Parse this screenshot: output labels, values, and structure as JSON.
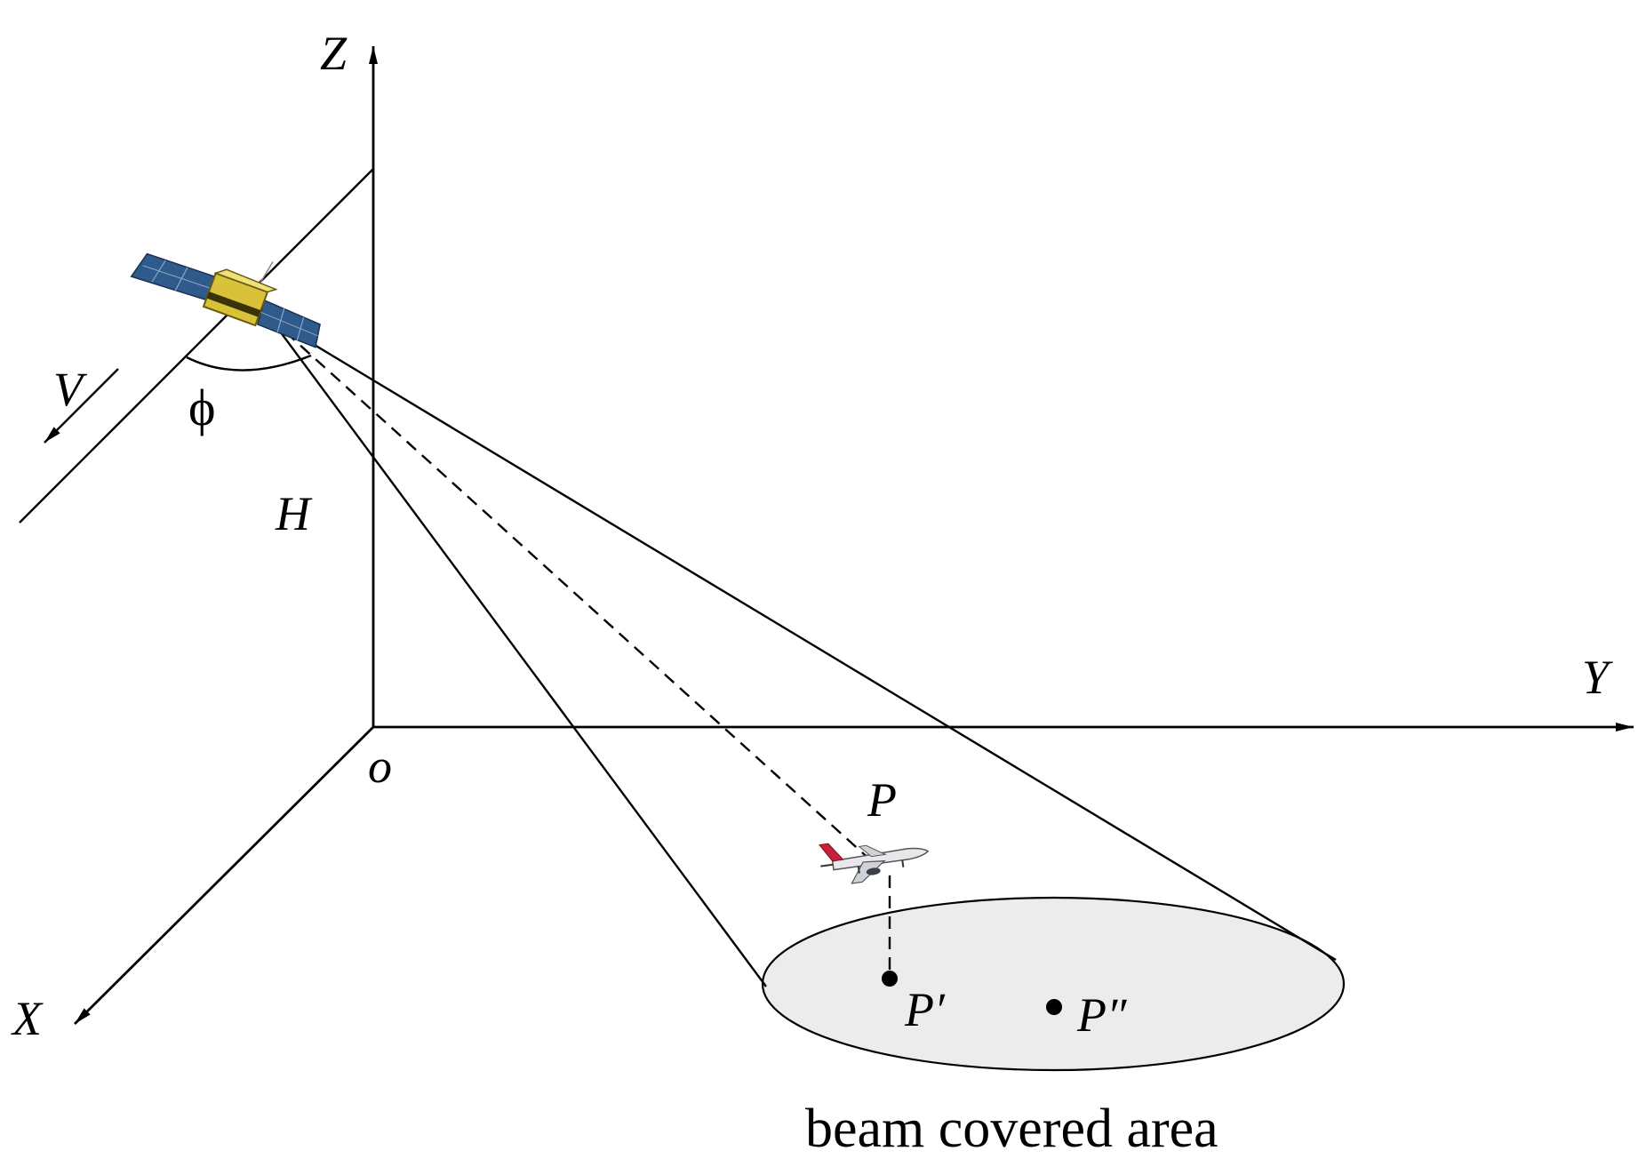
{
  "labels": {
    "axis_z": "Z",
    "axis_y": "Y",
    "axis_x": "X",
    "origin": "o",
    "velocity": "V",
    "angle": "ϕ",
    "height": "H",
    "target": "P",
    "target_projection": "P′",
    "scene_point": "P″",
    "area_caption": "beam covered area"
  },
  "colors": {
    "stroke": "#000000",
    "ellipse_fill": "#ececec",
    "satellite_body": "#d8c23a",
    "solar_panel": "#2f5a8c",
    "aircraft_body": "#e8e8ec",
    "aircraft_tail": "#c8203a"
  },
  "icons": {
    "satellite": "satellite-icon",
    "aircraft": "aircraft-icon"
  }
}
